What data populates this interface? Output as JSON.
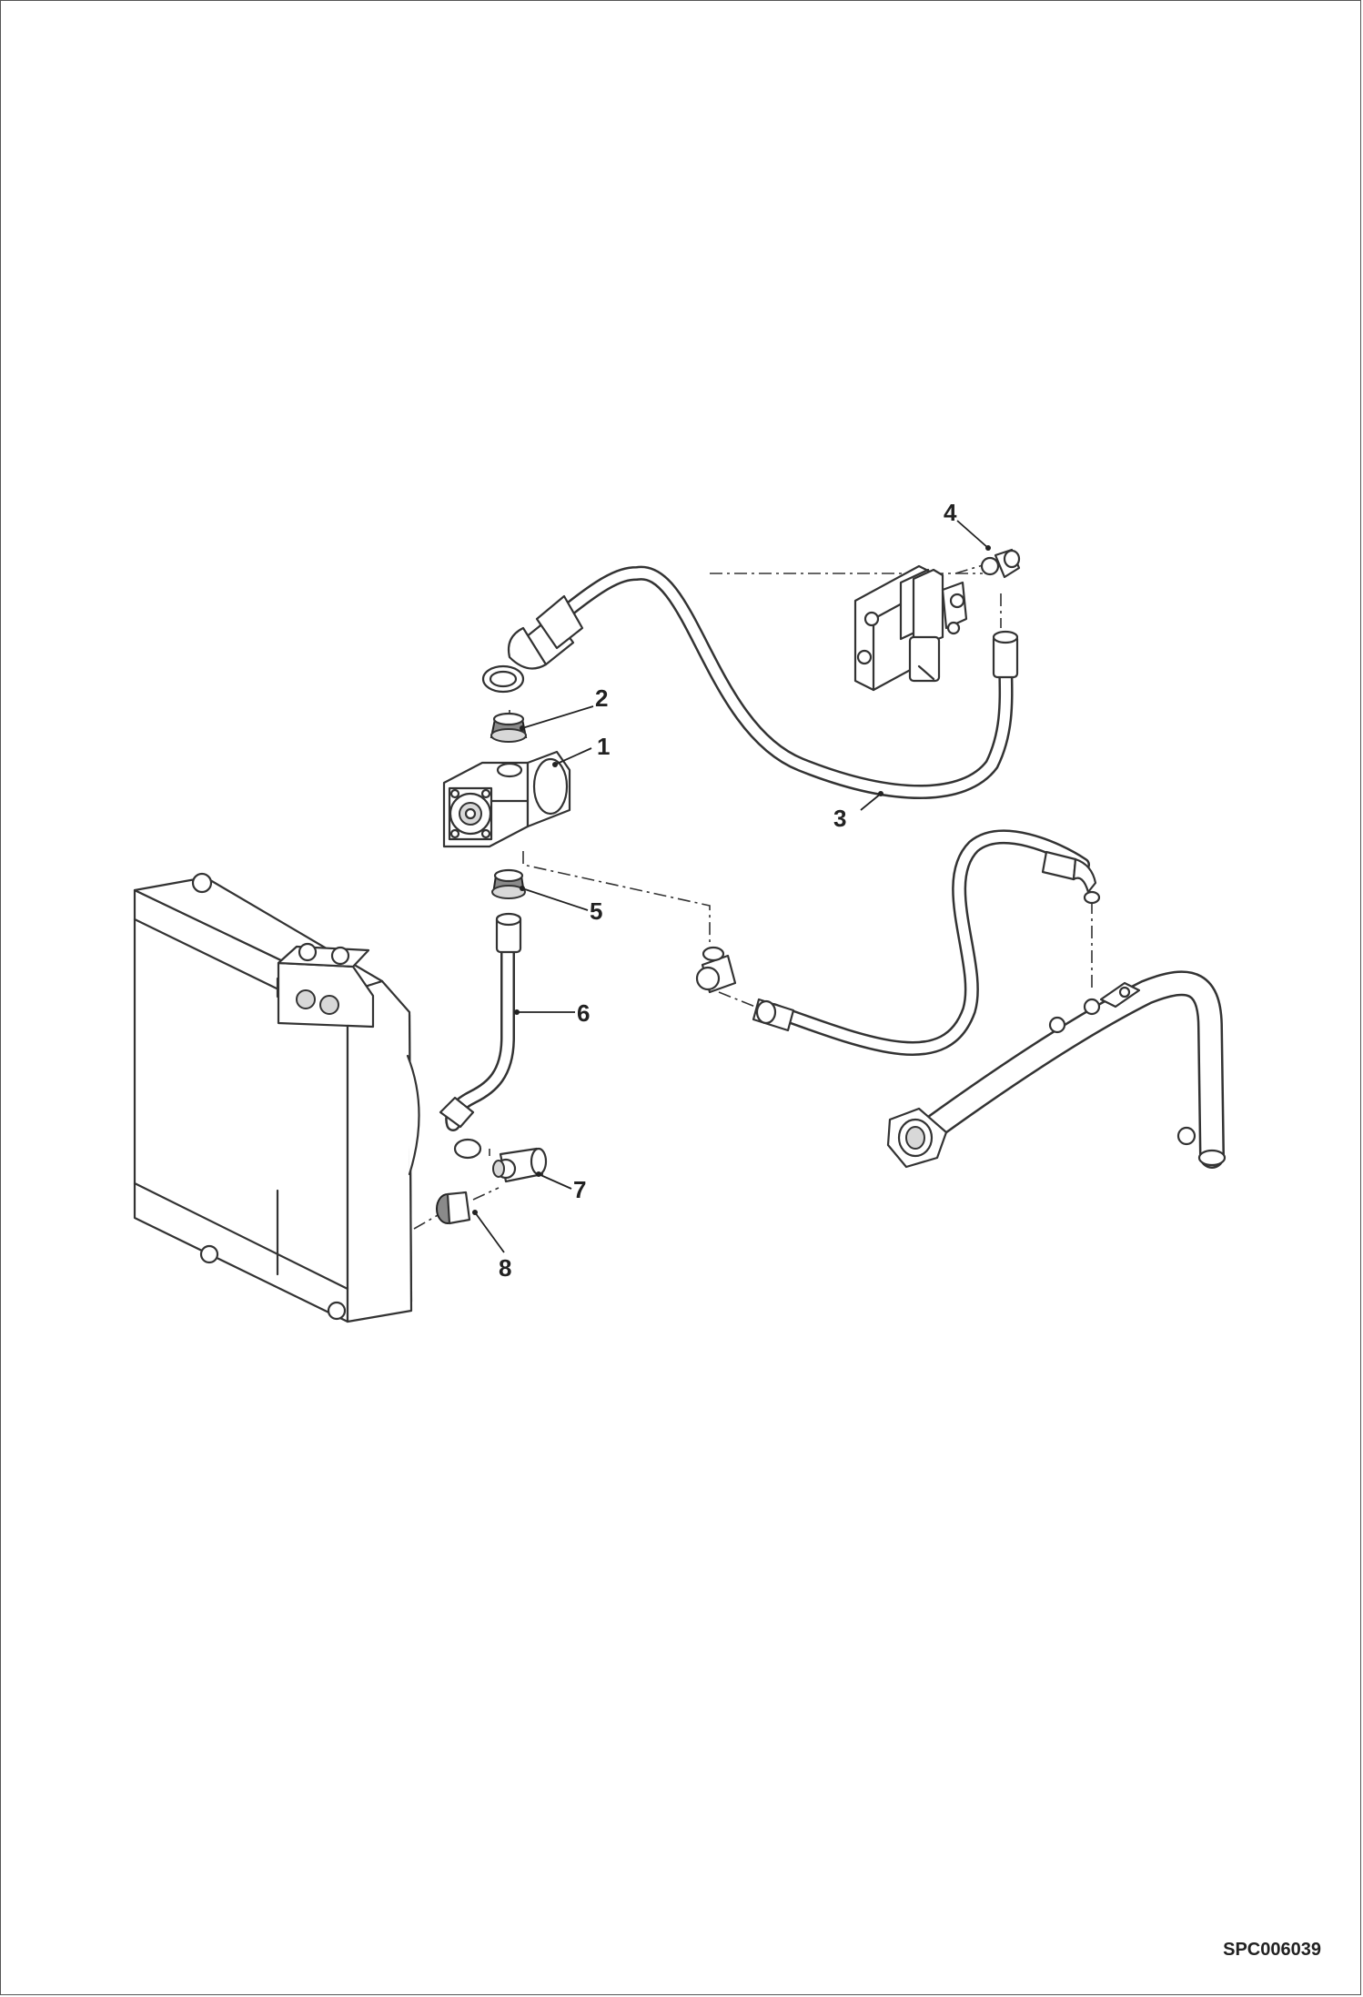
{
  "callouts": [
    {
      "id": "1",
      "label": "1"
    },
    {
      "id": "2",
      "label": "2"
    },
    {
      "id": "3",
      "label": "3"
    },
    {
      "id": "4",
      "label": "4"
    },
    {
      "id": "5",
      "label": "5"
    },
    {
      "id": "6",
      "label": "6"
    },
    {
      "id": "7",
      "label": "7"
    },
    {
      "id": "8",
      "label": "8"
    }
  ],
  "figure_code": "SPC006039"
}
